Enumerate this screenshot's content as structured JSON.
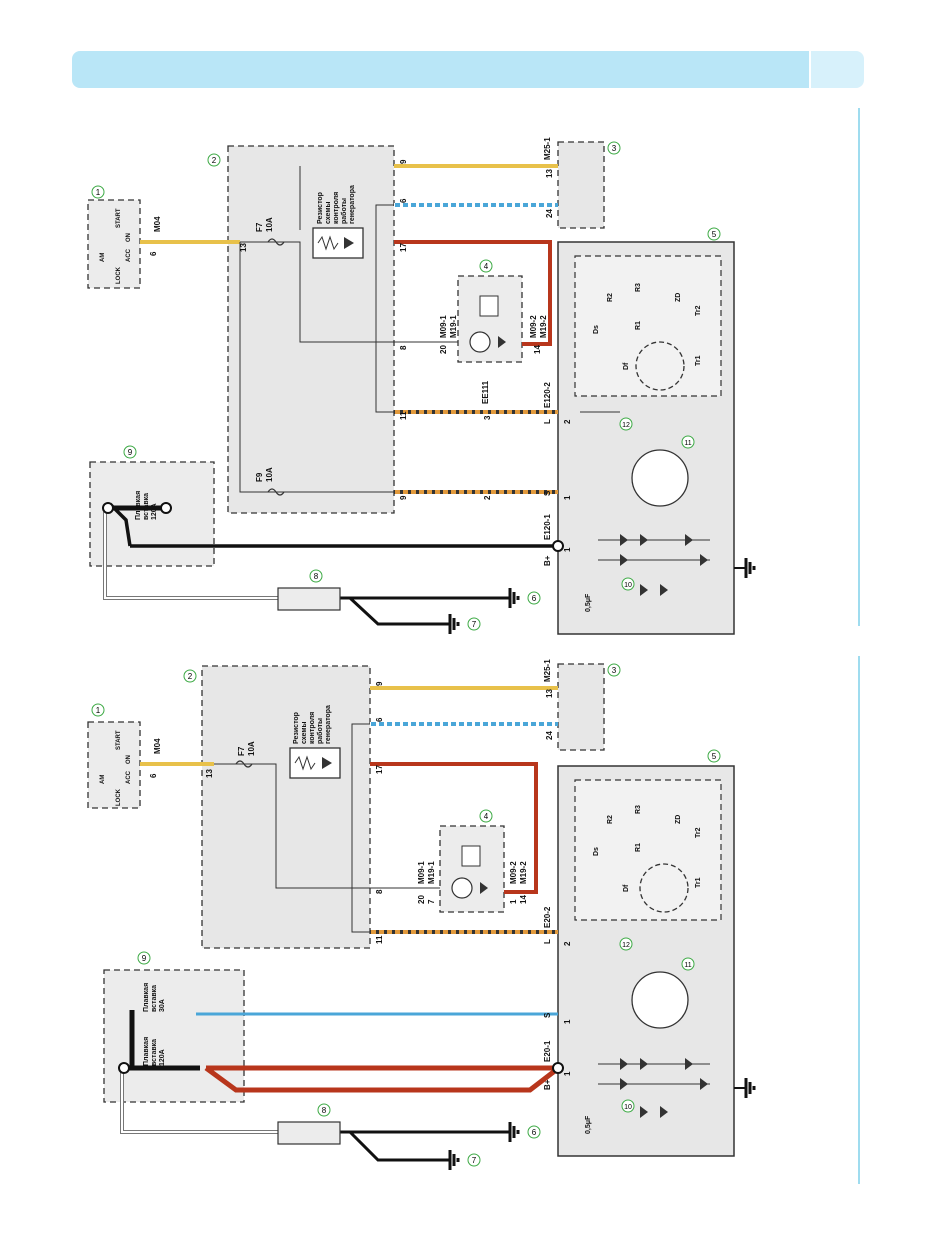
{
  "colors": {
    "header_bar": "#b9e6f7",
    "header_tab": "#d7f1fb",
    "side_rule": "#9fdcef",
    "panel_fill": "#e7e7e7",
    "callout_green": "#3daa45",
    "wire_yellow": "#e8c14a",
    "wire_blue": "#4aa6d8",
    "wire_red": "#b8361c",
    "wire_orange": "#e29a3c",
    "wire_black": "#111111",
    "wire_white": "#ffffff"
  },
  "top_diagram": {
    "ignition_switch": {
      "callout": "1",
      "lock": "LOCK",
      "acc": "ACC",
      "on": "ON",
      "start": "START",
      "am": "AM"
    },
    "connector_m04": "M04",
    "pin_m04": "6",
    "panel_2_callout": "2",
    "pin_13": "13",
    "fuse_f7": "F7",
    "fuse_f7_rating": "10A",
    "fuse_f9": "F9",
    "fuse_f9_rating": "10A",
    "resistor_label": [
      "Резистор",
      "схемы",
      "контроля",
      "работы",
      "генератора"
    ],
    "pin_9": "9",
    "pin_6": "6",
    "pin_17": "17",
    "pin_8": "8",
    "pin_11": "11",
    "pin_9b": "9",
    "pin_3": "3",
    "pin_2": "2",
    "connector_ee111": "EE111",
    "cluster": {
      "callout": "4",
      "conn_top_1": "M09-1",
      "conn_top_2": "M19-1",
      "conn_bot_1": "M09-2",
      "conn_bot_2": "M19-2",
      "pin_20": "20",
      "pin_14": "14"
    },
    "ecu": {
      "callout": "3",
      "connector": "M25-1",
      "pin_13": "13",
      "pin_24": "24"
    },
    "fusible_link": {
      "callout": "9",
      "label": [
        "Плавкая",
        "вставка",
        "120A"
      ]
    },
    "battery_callout": "8",
    "ground_6": "6",
    "ground_7": "7",
    "alternator": {
      "callout": "5",
      "connector_1": "E120-1",
      "connector_2": "E120-2",
      "terminal_b": "B+",
      "terminal_s": "S",
      "terminal_l": "L",
      "pin_1": "1",
      "pin_1b": "1",
      "pin_2": "2",
      "capacitor": "0,5μF",
      "rectifier_callout": "10",
      "stator_callout": "11",
      "regulator_callout": "12",
      "parts": [
        "R1",
        "R2",
        "R3",
        "ZD",
        "Tr1",
        "Tr2",
        "Df",
        "Ds"
      ]
    }
  },
  "bottom_diagram": {
    "ignition_switch": {
      "callout": "1",
      "lock": "LOCK",
      "acc": "ACC",
      "on": "ON",
      "start": "START",
      "am": "AM"
    },
    "connector_m04": "M04",
    "pin_m04": "6",
    "panel_2_callout": "2",
    "pin_13": "13",
    "fuse_f7": "F7",
    "fuse_f7_rating": "10A",
    "resistor_label": [
      "Резистор",
      "схемы",
      "контроля",
      "работы",
      "генератора"
    ],
    "pin_9": "9",
    "pin_6": "6",
    "pin_17": "17",
    "pin_8": "8",
    "pin_11": "11",
    "cluster": {
      "callout": "4",
      "conn_top_1": "M09-1",
      "conn_top_2": "M19-1",
      "conn_bot_1": "M09-2",
      "conn_bot_2": "M19-2",
      "pin_20": "20",
      "pin_7": "7",
      "pin_1": "1",
      "pin_14": "14"
    },
    "ecu": {
      "callout": "3",
      "connector": "M25-1",
      "pin_13": "13",
      "pin_24": "24"
    },
    "fusible_link": {
      "callout": "9",
      "label_a": [
        "Плавкая",
        "вставка",
        "120A"
      ],
      "label_b": [
        "Плавкая",
        "вставка",
        "30A"
      ]
    },
    "battery_callout": "8",
    "ground_6": "6",
    "ground_7": "7",
    "alternator": {
      "callout": "5",
      "connector_1": "E20-1",
      "connector_2": "E20-2",
      "terminal_b": "B+",
      "terminal_s": "S",
      "terminal_l": "L",
      "pin_1": "1",
      "pin_1b": "1",
      "pin_2": "2",
      "capacitor": "0,5μF",
      "rectifier_callout": "10",
      "stator_callout": "11",
      "regulator_callout": "12",
      "parts": [
        "R1",
        "R2",
        "R3",
        "ZD",
        "Tr1",
        "Tr2",
        "Df",
        "Ds"
      ]
    }
  }
}
